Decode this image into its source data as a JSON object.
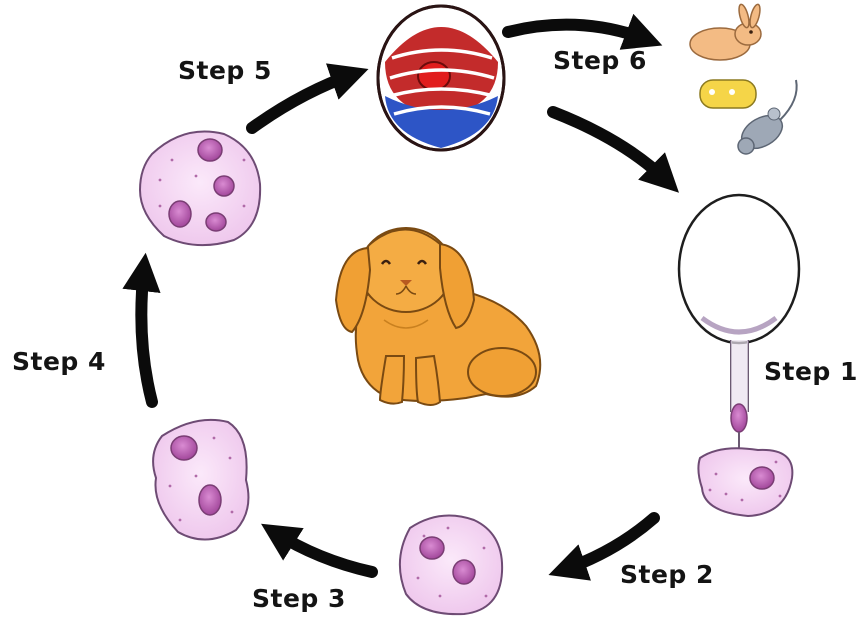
{
  "steps": {
    "step1": "Step 1",
    "step2": "Step 2",
    "step3": "Step 3",
    "step4": "Step 4",
    "step5": "Step 5",
    "step6": "Step 6"
  },
  "icons": {
    "center": "rabbit-icon",
    "step1": "egg-cell-pipette-icon",
    "step2": "two-cell-embryo-icon",
    "step3": "embryo-icon",
    "step4": "four-cell-embryo-icon",
    "step5": "surrogate-uterus-icon",
    "step6": "cloned-animals-icon"
  },
  "colors": {
    "cell_fill": "#f3d3f2",
    "cell_outline": "#6e4b74",
    "nucleus": "#b04fa8",
    "rabbit_orange": "#f2a43a",
    "arrow": "#0b0b0b",
    "uterus_red": "#c32b2b",
    "uterus_blue": "#2d55c6"
  }
}
